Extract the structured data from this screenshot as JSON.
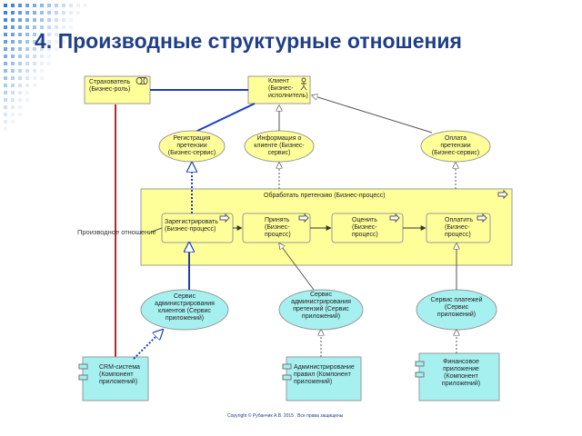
{
  "title": "4. Производные структурные отношения",
  "footer": "Copyright © Рубанчик А.В. 2015 . Все права защищены",
  "side_label": "Производное отношение",
  "colors": {
    "title": "#1f3f86",
    "business_fill": "#ffff99",
    "app_fill": "#a6f0f0",
    "red_line": "#cc1e1e",
    "blue_line": "#1c3fbf"
  },
  "nodes": {
    "insurer": "Страхователь\n(Бизнес-роль)",
    "client": "Клиент\n(Бизнес-\nисполнитель)",
    "registration": "Регистрация\nпретензии\n(Бизнес-сервис)",
    "info": "Информация о\nклиенте (Бизнес-\nсервис)",
    "payment": "Оплата\nпретензии\n(Бизнес-сервис)",
    "process": "Обработать претензию (Бизнес-процесс)",
    "register": "Зарегистрировать\n(Бизнес-процесс)",
    "accept": "Принять\n(Бизнес-\nпроцесс)",
    "evaluate": "Оценить\n(Бизнес-\nпроцесс)",
    "pay": "Оплатить\n(Бизнес-\nпроцесс)",
    "svc_clients": "Сервис\nадминистрирования\nклиентов (Сервис\nприложений)",
    "svc_claims": "Сервис\nадминистрирования\nпретензий (Сервис\nприложений)",
    "svc_payments": "Сервис платежей\n(Сервис\nприложений)",
    "crm": "CRM-система\n(Компонент\nприложений)",
    "rules": "Администрирование\nправил (Компонент\nприложений)",
    "finance": "Финансовое\nприложение\n(Компонент\nприложений)"
  }
}
